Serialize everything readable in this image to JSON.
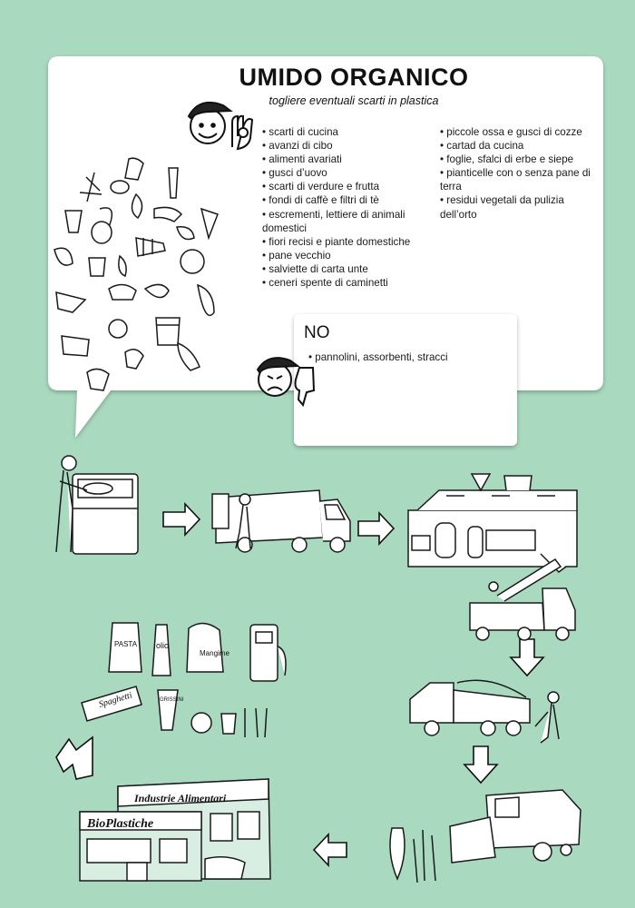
{
  "card": {
    "title": "UMIDO ORGANICO",
    "subtitle": "togliere eventuali scarti in plastica",
    "yes_items_left": [
      "scarti di cucina",
      "avanzi di cibo",
      "alimenti avariati",
      "gusci d’uovo",
      "scarti di verdure e frutta",
      "fondi di caffè e filtri di tè",
      "escrementi, lettiere di animali domestici",
      "fiori recisi e piante domestiche",
      "pane vecchio",
      "salviette di carta unte",
      "ceneri spente di caminetti"
    ],
    "yes_items_right": [
      "piccole ossa e gusci di cozze",
      "cartad da cucina",
      "foglie, sfalci di erbe e siepe",
      "pianticelle con o senza pane di terra",
      "residui vegetali da pulizia dell’orto"
    ]
  },
  "no_box": {
    "title": "NO",
    "items": [
      "pannolini, assorbenti, stracci"
    ]
  },
  "cycle": {
    "spaghetti_label": "Spaghetti",
    "grissini_label": "GRISSINI",
    "pasta_label": "PASTA",
    "olio_label": "olio",
    "mangime_label": "Mangime",
    "industry_sign": "Industrie Alimentari",
    "bioplastics_sign": "BioPlastiche"
  },
  "colors": {
    "background": "#a9d9bf",
    "card": "#ffffff",
    "ink": "#1a1a1a"
  }
}
